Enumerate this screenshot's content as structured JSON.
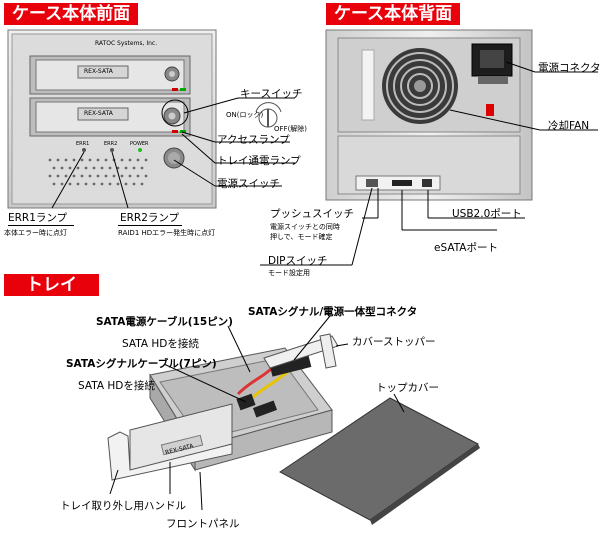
{
  "headers": {
    "front": "ケース本体前面",
    "back": "ケース本体背面",
    "tray": "トレイ"
  },
  "front": {
    "brand": "RATOC Systems, Inc.",
    "tray_badge": "REX-SATA",
    "led_labels": [
      "ERR1",
      "ERR2",
      "POWER"
    ],
    "key_switch": "キースイッチ",
    "key_on": "ON(ロック)",
    "key_off": "OFF(解除)",
    "access_lamp": "アクセスランプ",
    "tray_power_lamp": "トレイ通電ランプ",
    "power_switch": "電源スイッチ",
    "err1": "ERR1ランプ",
    "err1_desc": "本体エラー時に点灯",
    "err2": "ERR2ランプ",
    "err2_desc": "RAID1 HDエラー発生時に点灯"
  },
  "back": {
    "power_connector": "電源コネクタ",
    "cooling_fan": "冷却FAN",
    "push_switch": "プッシュスイッチ",
    "push_desc1": "電源スイッチとの同時",
    "push_desc2": "押しで、モード確定",
    "dip_switch": "DIPスイッチ",
    "dip_desc": "モード設定用",
    "usb_port": "USB2.0ポート",
    "esata_port": "eSATAポート"
  },
  "tray": {
    "sata_power": "SATA電源ケーブル(15ピン)",
    "sata_power_desc": "SATA HDを接続",
    "sata_signal": "SATAシグナルケーブル(7ピン)",
    "sata_signal_desc": "SATA HDを接続",
    "combo_connector": "SATAシグナル/電源一体型コネクタ",
    "cover_stopper": "カバーストッパー",
    "top_cover": "トップカバー",
    "handle": "トレイ取り外し用ハンドル",
    "front_panel": "フロントパネル",
    "tray_badge": "REX-SATA"
  }
}
